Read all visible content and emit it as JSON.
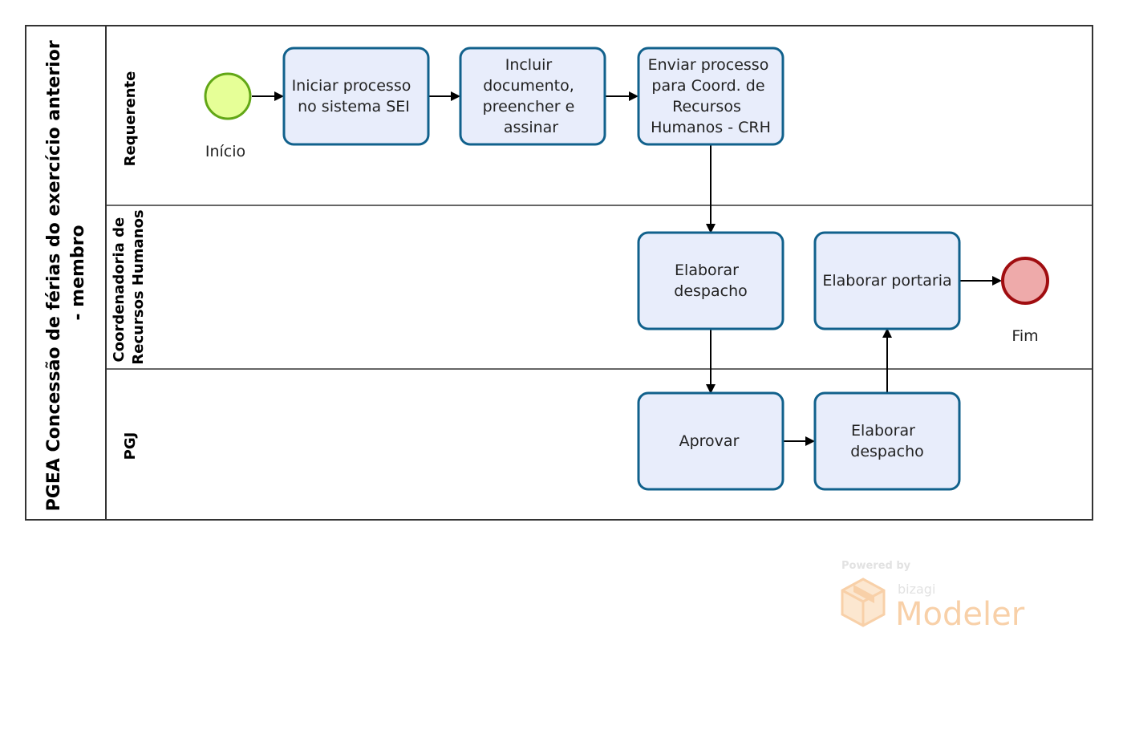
{
  "pool": {
    "title_line1": "PGEA Concessão de férias do exercício anterior",
    "title_line2": "- membro"
  },
  "lanes": {
    "requerente": "Requerente",
    "crh_line1": "Coordenadoria de",
    "crh_line2": "Recursos Humanos",
    "pgj": "PGJ"
  },
  "events": {
    "start": "Início",
    "end": "Fim"
  },
  "tasks": {
    "iniciar": [
      "Iniciar processo",
      "no sistema SEI"
    ],
    "incluir": [
      "Incluir",
      "documento,",
      "preencher e",
      "assinar"
    ],
    "enviar": [
      "Enviar processo",
      "para Coord. de",
      "Recursos",
      "Humanos - CRH"
    ],
    "elaborar_despacho_crh": [
      "Elaborar",
      "despacho"
    ],
    "elaborar_portaria": [
      "Elaborar portaria"
    ],
    "aprovar": [
      "Aprovar"
    ],
    "elaborar_despacho_pgj": [
      "Elaborar",
      "despacho"
    ]
  },
  "watermark": {
    "powered": "Powered by",
    "brand": "bizagi",
    "product": "Modeler"
  },
  "colors": {
    "task_fill": "#e8edfb",
    "task_stroke": "#11618c",
    "start_fill": "#e6ff97",
    "start_stroke": "#62a716",
    "end_fill": "#eeaaaa",
    "end_stroke": "#a00d10",
    "watermark": "#f7c89a"
  }
}
